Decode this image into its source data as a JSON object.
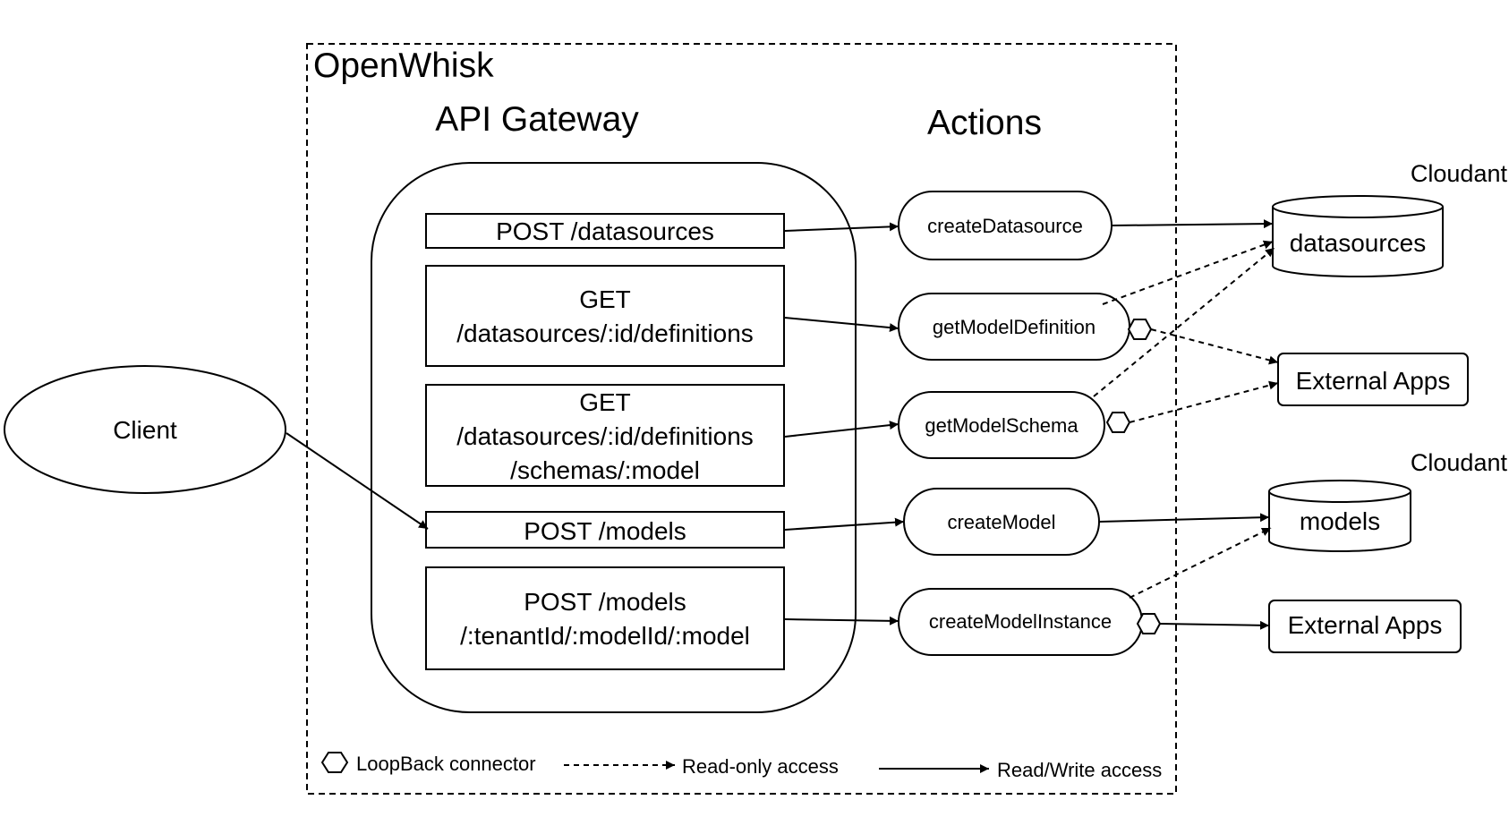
{
  "frame": {
    "title": "OpenWhisk"
  },
  "gateway": {
    "heading": "API Gateway",
    "endpoints": [
      {
        "lines": [
          "POST /datasources"
        ]
      },
      {
        "lines": [
          "GET",
          "/datasources/:id/definitions"
        ]
      },
      {
        "lines": [
          "GET",
          "/datasources/:id/definitions",
          "/schemas/:model"
        ]
      },
      {
        "lines": [
          "POST /models"
        ]
      },
      {
        "lines": [
          "POST /models",
          "/:tenantId/:modelId/:model"
        ]
      }
    ]
  },
  "actions": {
    "heading": "Actions",
    "items": [
      "createDatasource",
      "getModelDefinition",
      "getModelSchema",
      "createModel",
      "createModelInstance"
    ]
  },
  "client": {
    "label": "Client"
  },
  "stores": [
    {
      "provider": "Cloudant",
      "name": "datasources"
    },
    {
      "provider": "Cloudant",
      "name": "models"
    }
  ],
  "external_apps": [
    "External Apps",
    "External Apps"
  ],
  "legend": {
    "connector": "LoopBack connector",
    "read_only": "Read-only access",
    "read_write": "Read/Write access"
  }
}
